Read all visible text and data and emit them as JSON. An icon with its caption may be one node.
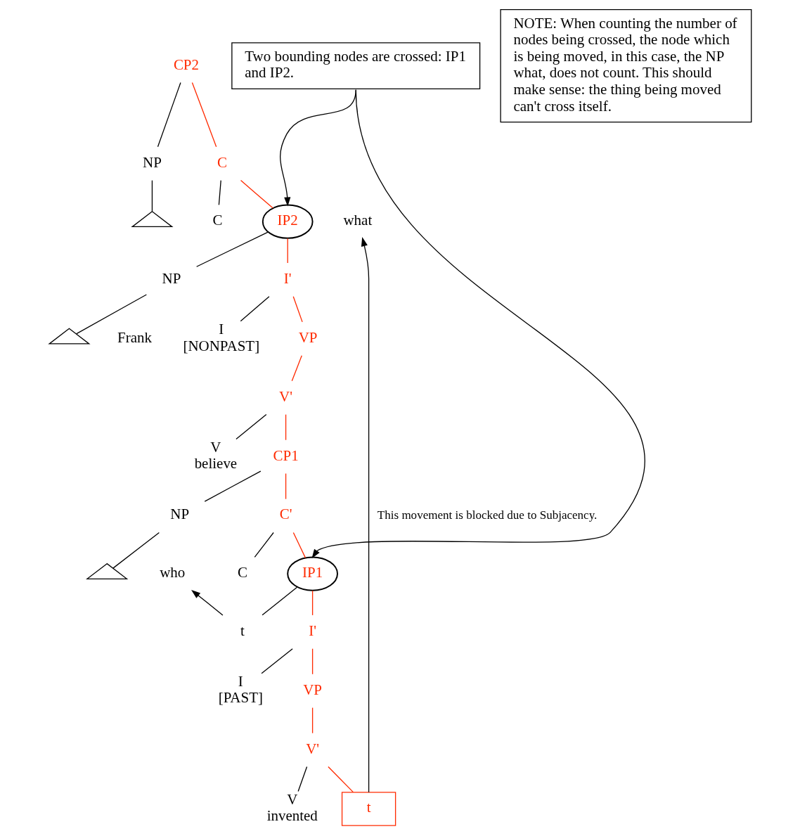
{
  "diagram": {
    "nodes": [
      {
        "text": [
          "CP2"
        ]
      },
      {
        "text": [
          "NP"
        ]
      },
      {
        "text": [
          "C"
        ]
      },
      {
        "text": [],
        "shape": "triangle"
      },
      {
        "text": [
          "what"
        ]
      },
      {
        "text": [
          "C"
        ]
      },
      {
        "text": [
          "IP2"
        ]
      },
      {
        "text": [
          "NP"
        ]
      },
      {
        "text": [],
        "shape": "triangle"
      },
      {
        "text": [
          "Frank"
        ]
      },
      {
        "text": [
          "I'"
        ]
      },
      {
        "text": [
          "I",
          "[NONPAST]"
        ]
      },
      {
        "text": [
          "VP"
        ]
      },
      {
        "text": [
          "V'"
        ]
      },
      {
        "text": [
          "V",
          "believe"
        ]
      },
      {
        "text": [
          "CP1"
        ]
      },
      {
        "text": [
          "NP"
        ]
      },
      {
        "text": [],
        "shape": "triangle"
      },
      {
        "text": [
          "who"
        ]
      },
      {
        "text": [
          "C'"
        ]
      },
      {
        "text": [
          "C"
        ]
      },
      {
        "text": [
          "IP1"
        ]
      },
      {
        "text": [
          "t"
        ]
      },
      {
        "text": [
          "I'"
        ]
      },
      {
        "text": [
          "I",
          "[PAST]"
        ]
      },
      {
        "text": [
          "VP"
        ]
      },
      {
        "text": [
          "V'"
        ]
      },
      {
        "text": [
          "V",
          "invented"
        ]
      },
      {
        "text": [
          "t"
        ]
      },
      {
        "text": [
          "NOTE: When counting the number of nodes being crossed, the node which is being moved, in this case, the NP what, does not count. This should make sense: the thing being moved can't cross itself."
        ]
      },
      {
        "text": [
          "Two bounding nodes are crossed: IP1 and IP2."
        ]
      }
    ],
    "edges": [
      {
        "from": 0,
        "to": 1,
        "arrow": "none"
      },
      {
        "from": 0,
        "to": 2,
        "arrow": "none",
        "color": "#ff2a00"
      },
      {
        "from": 1,
        "to": 3,
        "arrow": "none"
      },
      {
        "from": 2,
        "to": 5,
        "arrow": "none"
      },
      {
        "from": 2,
        "to": 6,
        "arrow": "none",
        "color": "#ff2a00"
      },
      {
        "from": 6,
        "to": 7,
        "arrow": "none"
      },
      {
        "from": 6,
        "to": 10,
        "arrow": "none",
        "color": "#ff2a00"
      },
      {
        "from": 7,
        "to": 8,
        "arrow": "none"
      },
      {
        "from": 10,
        "to": 11,
        "arrow": "none"
      },
      {
        "from": 10,
        "to": 12,
        "arrow": "none",
        "color": "#ff2a00"
      },
      {
        "from": 12,
        "to": 13,
        "arrow": "none",
        "color": "#ff2a00"
      },
      {
        "from": 13,
        "to": 14,
        "arrow": "none"
      },
      {
        "from": 13,
        "to": 15,
        "arrow": "none",
        "color": "#ff2a00"
      },
      {
        "from": 15,
        "to": 16,
        "arrow": "none"
      },
      {
        "from": 15,
        "to": 19,
        "arrow": "none",
        "color": "#ff2a00"
      },
      {
        "from": 16,
        "to": 17,
        "arrow": "none"
      },
      {
        "from": 19,
        "to": 20,
        "arrow": "none"
      },
      {
        "from": 19,
        "to": 21,
        "arrow": "none",
        "color": "#ff2a00"
      },
      {
        "from": 21,
        "to": 22,
        "arrow": "none"
      },
      {
        "from": 21,
        "to": 23,
        "arrow": "none",
        "color": "#ff2a00"
      },
      {
        "from": 23,
        "to": 24,
        "arrow": "none"
      },
      {
        "from": 23,
        "to": 25,
        "arrow": "none",
        "color": "#ff2a00"
      },
      {
        "from": 25,
        "to": 26,
        "arrow": "none",
        "color": "#ff2a00"
      },
      {
        "from": 26,
        "to": 27,
        "arrow": "none"
      },
      {
        "from": 26,
        "to": 28,
        "arrow": "none",
        "color": "#ff2a00"
      },
      {
        "from": 22,
        "to": 18,
        "arrow": "to"
      },
      {
        "from": 28,
        "to": 4,
        "arrow": "to",
        "label": "This movement is blocked due to Subjacency."
      },
      {
        "from": 30,
        "to": 6,
        "arrow": "to"
      },
      {
        "from": 30,
        "to": 21,
        "arrow": "to"
      }
    ]
  }
}
